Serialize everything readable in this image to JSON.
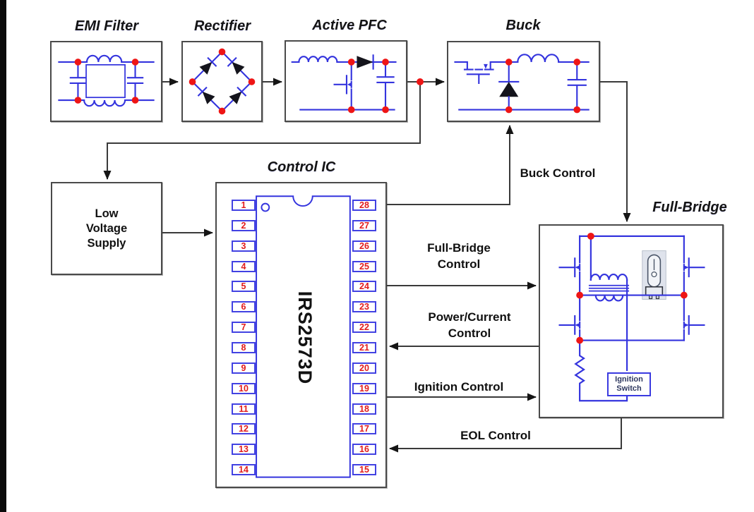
{
  "blocks": {
    "emi_filter": {
      "title": "EMI Filter"
    },
    "rectifier": {
      "title": "Rectifier"
    },
    "active_pfc": {
      "title": "Active PFC"
    },
    "buck": {
      "title": "Buck"
    },
    "low_voltage_supply": {
      "lines": [
        "Low",
        "Voltage",
        "Supply"
      ]
    },
    "control_ic": {
      "title": "Control IC",
      "chip_label": "IRS2573D",
      "left_pins": [
        1,
        2,
        3,
        4,
        5,
        6,
        7,
        8,
        9,
        10,
        11,
        12,
        13,
        14
      ],
      "right_pins": [
        28,
        27,
        26,
        25,
        24,
        23,
        22,
        21,
        20,
        19,
        18,
        17,
        16,
        15
      ]
    },
    "full_bridge": {
      "title": "Full-Bridge",
      "ignition_switch": [
        "Ignition",
        "Switch"
      ]
    }
  },
  "signals": {
    "buck_control": "Buck Control",
    "full_bridge_control": [
      "Full-Bridge",
      "Control"
    ],
    "power_current_control": [
      "Power/Current",
      "Control"
    ],
    "ignition_control": "Ignition Control",
    "eol_control": "EOL Control"
  },
  "colors": {
    "circuit_blue": "#3434de",
    "junction_red": "#ee1515",
    "pin_number_red": "#e21b1b",
    "connector_gray": "#3a3a3a",
    "block_border": "#4a4a4a"
  }
}
